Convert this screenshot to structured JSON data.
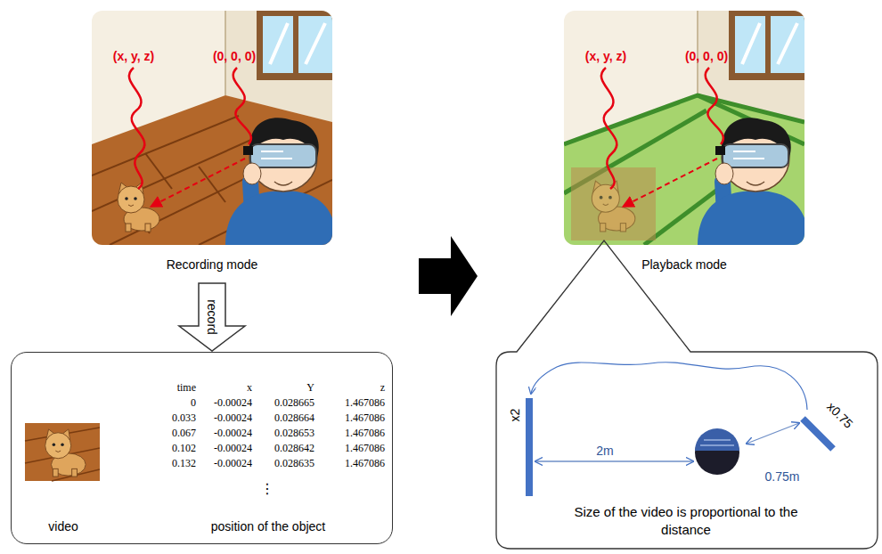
{
  "diagram": {
    "nodes": [
      {
        "text": [
          "Recording mode"
        ]
      },
      {
        "text": [
          "video",
          "position of the object"
        ]
      },
      {
        "text": [
          "Playback mode"
        ]
      },
      {
        "text": [
          "Size of the video is proportional to the distance"
        ]
      }
    ],
    "edges": [
      {
        "from": 0,
        "to": 1,
        "arrow": "to",
        "label": "record"
      },
      {
        "from": 0,
        "to": 2,
        "arrow": "to"
      }
    ],
    "labels": [
      "(x, y, z)",
      "(0, 0, 0)",
      "time",
      "x",
      "Y",
      "z",
      "0",
      "-0.00024",
      "0.028665",
      "1.467086",
      "0.033",
      "-0.00024",
      "0.028664",
      "1.467086",
      "0.067",
      "-0.00024",
      "0.028653",
      "1.467086",
      "0.102",
      "-0.00024",
      "0.028642",
      "1.467086",
      "0.132",
      "-0.00024",
      "0.028635",
      "1.467086",
      "⋮",
      "(x, y, z)",
      "(0, 0, 0)",
      "x2",
      "2m",
      "x0.75",
      "0.75m"
    ]
  }
}
